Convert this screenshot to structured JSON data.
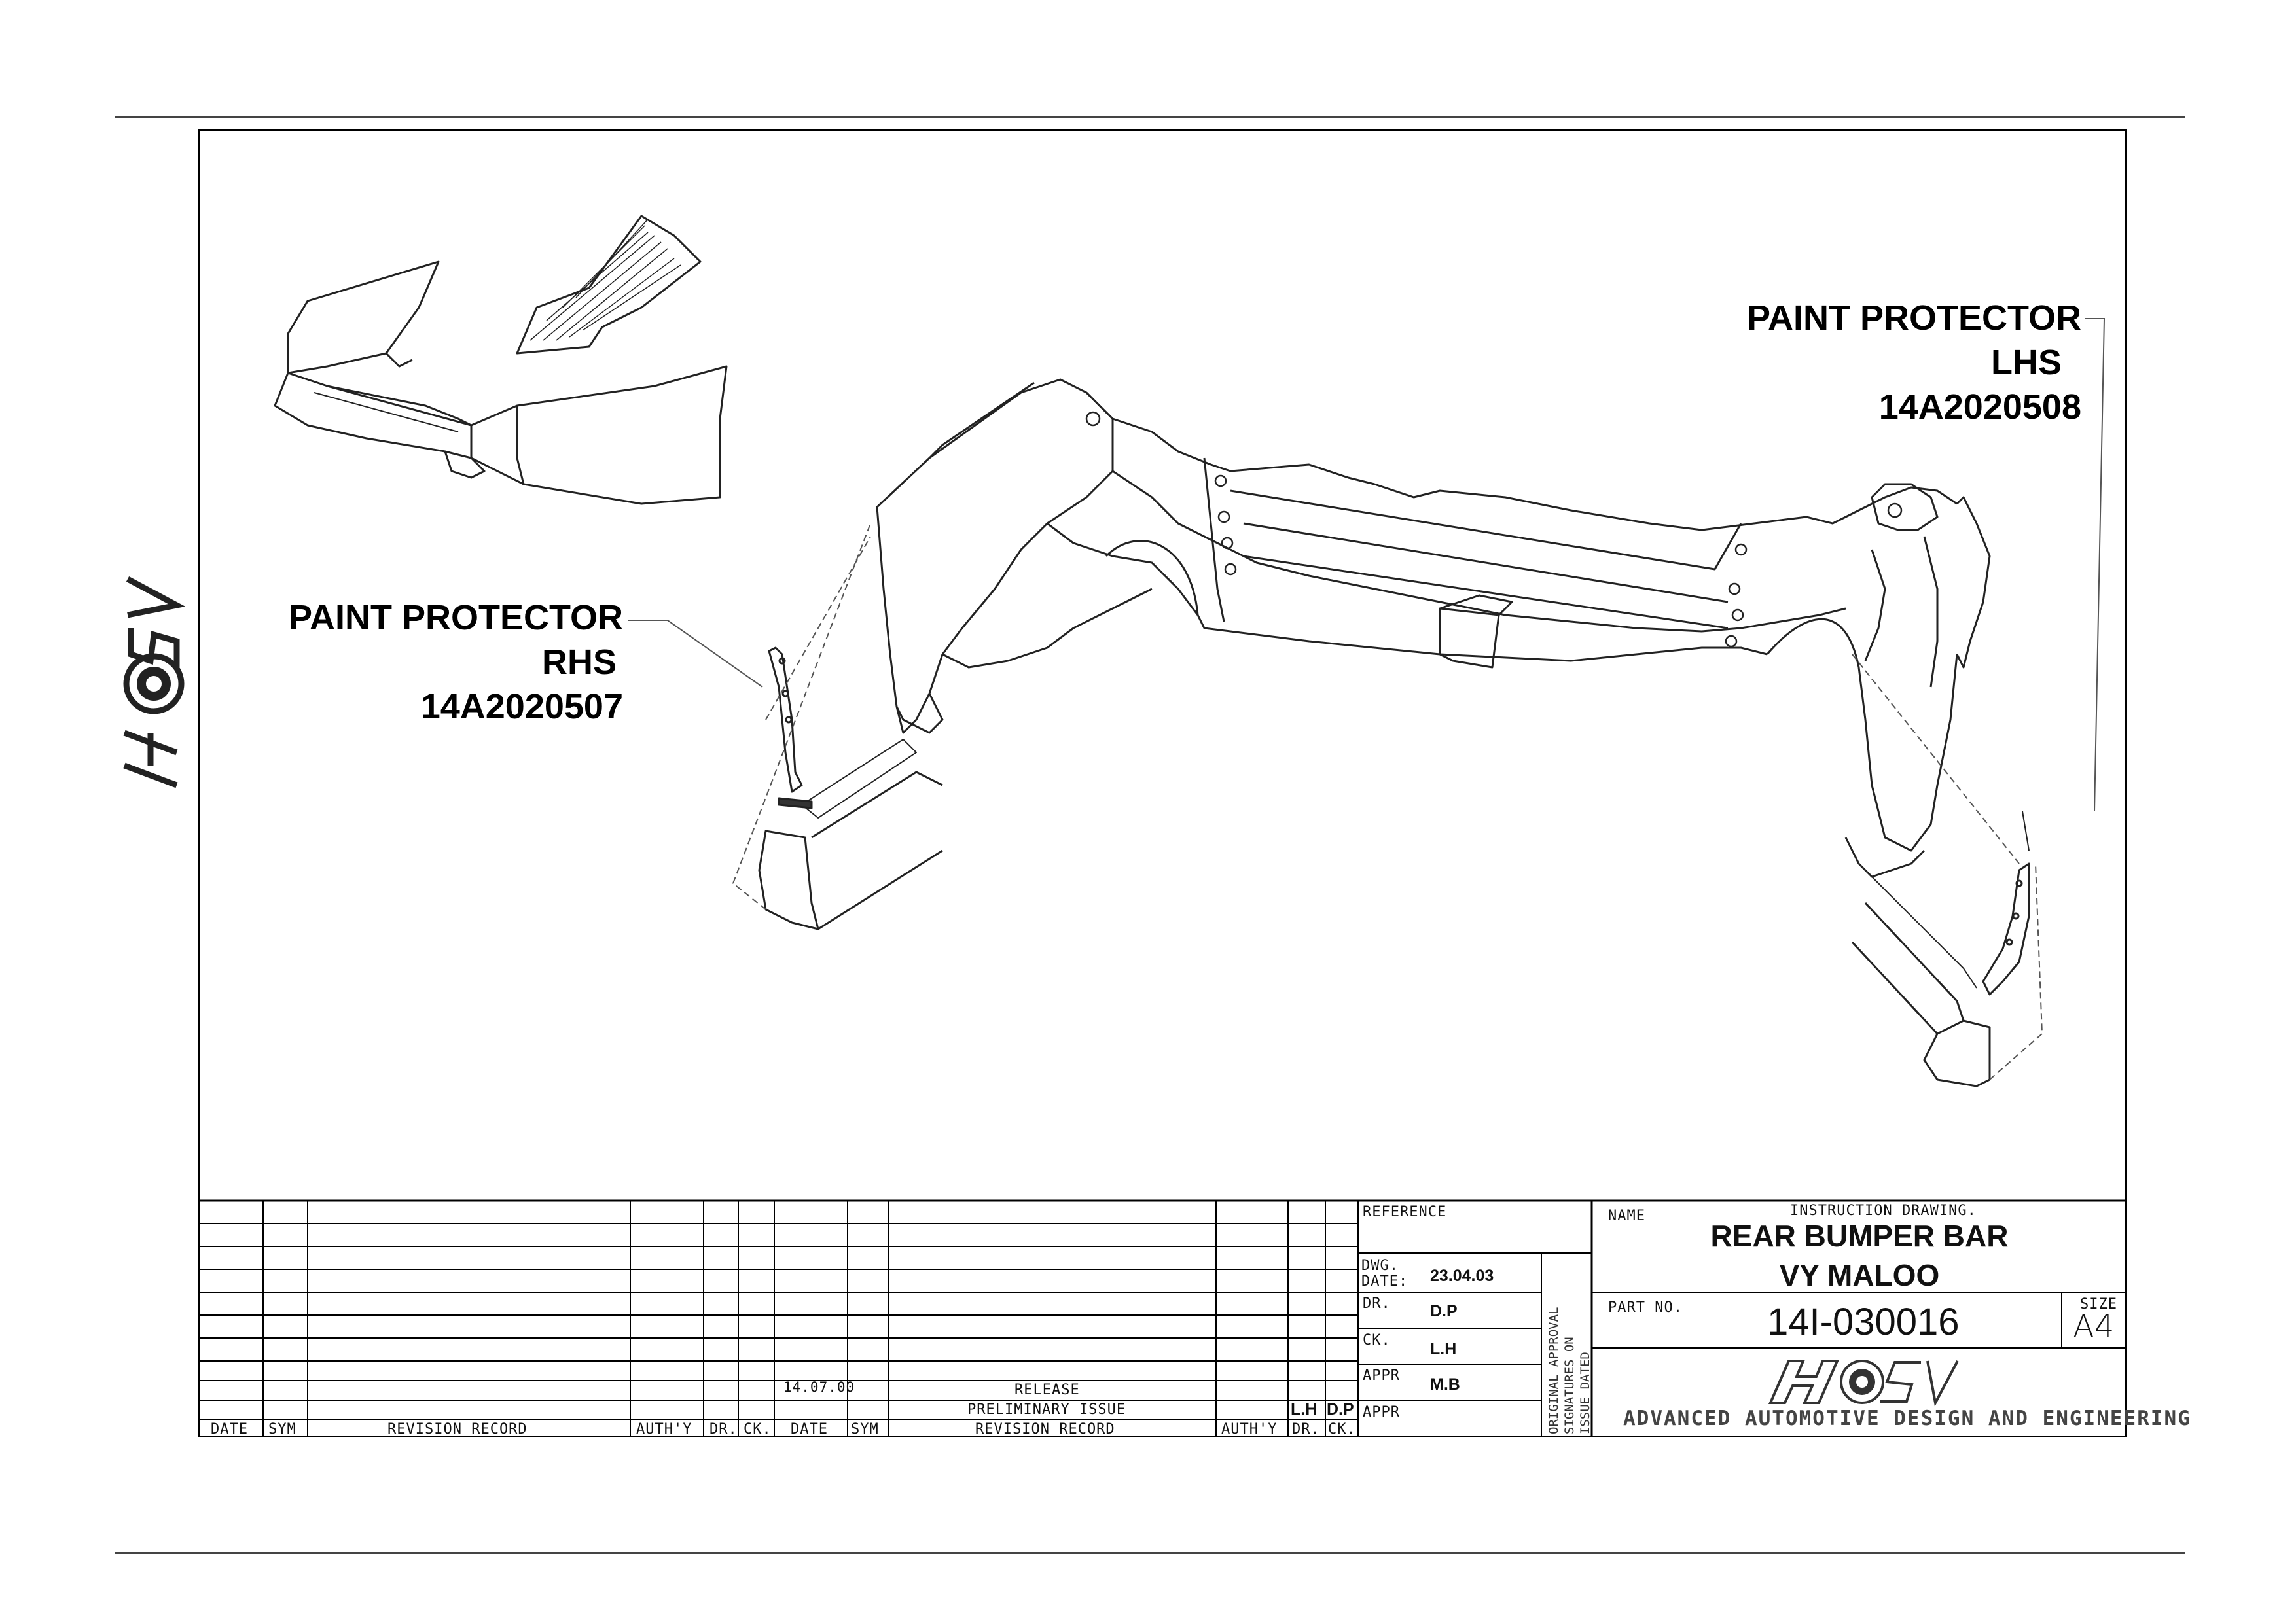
{
  "callouts": {
    "lhs": {
      "line1": "PAINT PROTECTOR",
      "line2": "LHS",
      "line3": "14A2020508"
    },
    "rhs": {
      "line1": "PAINT PROTECTOR",
      "line2": "RHS",
      "line3": "14A2020507"
    }
  },
  "logo": {
    "text": "HSV"
  },
  "title_block": {
    "reference_label": "REFERENCE",
    "dwg_date_label1": "DWG.",
    "dwg_date_label2": "DATE:",
    "dwg_date": "23.04.03",
    "dr_label": "DR.",
    "dr_value": "D.P",
    "ck_label": "CK.",
    "ck_value": "L.H",
    "appr_label": "APPR",
    "appr_value": "M.B",
    "appr2_label": "APPR",
    "approval_line1": "ORIGINAL APPROVAL",
    "approval_line2": "SIGNATURES ON",
    "approval_line3": "ISSUE DATED",
    "name_label": "NAME",
    "drawing_type": "INSTRUCTION DRAWING.",
    "title_line1": "REAR BUMPER BAR",
    "title_line2": "VY MALOO",
    "part_no_label": "PART NO.",
    "part_no": "14I-030016",
    "size_label": "SIZE",
    "size_value": "A4",
    "company": "ADVANCED AUTOMOTIVE DESIGN AND ENGINEERING"
  },
  "revision_table": {
    "headers": [
      "DATE",
      "SYM",
      "REVISION RECORD",
      "AUTH'Y",
      "DR.",
      "CK."
    ],
    "rows": [
      {
        "date": "14.07.00",
        "sym": "",
        "record": "RELEASE",
        "auth": "",
        "dr": "",
        "ck": ""
      },
      {
        "date": "",
        "sym": "",
        "record": "PRELIMINARY ISSUE",
        "auth": "",
        "dr": "L.H",
        "ck": "D.P"
      }
    ]
  }
}
